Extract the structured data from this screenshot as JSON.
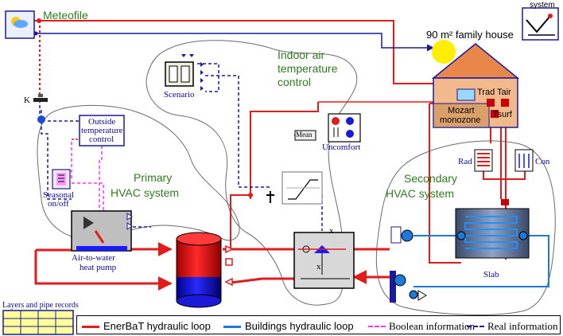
{
  "labels": {
    "meteofile": "Meteofile",
    "system": "system",
    "house": "90 m² family house",
    "indoor_control": [
      "Indoor air",
      "temperature",
      "control"
    ],
    "scenario": "Scenario",
    "k": "K",
    "outside_control": [
      "Outside",
      "temperature",
      "control"
    ],
    "primary": [
      "Primary",
      "HVAC system"
    ],
    "secondary": [
      "Secondary",
      "HVAC system"
    ],
    "seasonal": [
      "Seasonal",
      "on/off"
    ],
    "heat_pump": [
      "Air-to-water",
      "heat pump"
    ],
    "mozart": [
      "Mozart",
      "monozone"
    ],
    "t_rad": "Trad",
    "t_air": "Tair",
    "t_surf": "Tsurf",
    "mean": "Mean",
    "uncomfort": "Uncomfort",
    "rad": "Rad",
    "con": "Con",
    "slab": "Slab",
    "x_top": "x",
    "x_mid": "x",
    "layers": "Layers and pipe records"
  },
  "legend": [
    {
      "label": "EnerBaT hydraulic loop",
      "color": "#e31b1b",
      "style": "solid"
    },
    {
      "label": "Buildings hydraulic loop",
      "color": "#1e7ad8",
      "style": "solid"
    },
    {
      "label": "Boolean information",
      "color": "#ff33ff",
      "style": "dashed"
    },
    {
      "label": "Real information",
      "color": "#1a1a9a",
      "style": "dashed"
    }
  ],
  "colors": {
    "enerbat": "#e31b1b",
    "buildings": "#1e7ad8",
    "boolean": "#ff33ff",
    "real": "#1a1a9a",
    "green_text": "#2e7d1e",
    "roof": "#e9874a",
    "house_wall": "#f2b98c",
    "sun": "#ffee00"
  }
}
